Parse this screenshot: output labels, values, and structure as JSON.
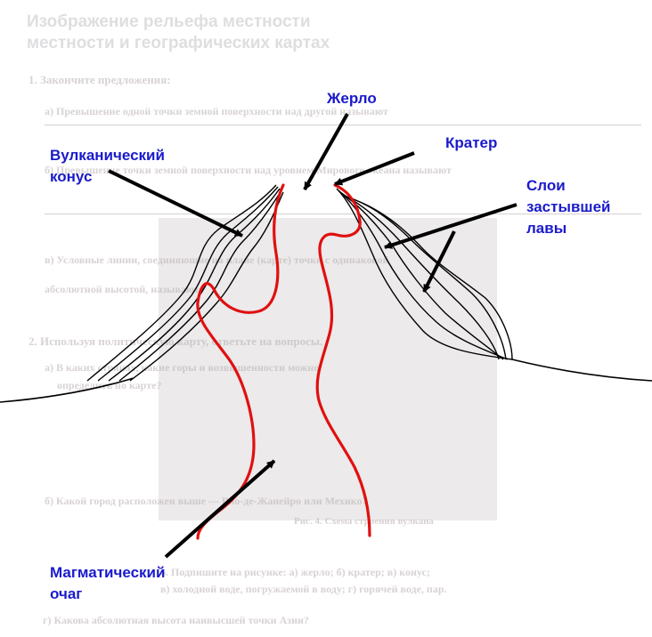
{
  "labels": {
    "zherlo": "Жерло",
    "krater": "Кратер",
    "konus_line1": "Вулканический",
    "konus_line2": "конус",
    "sloi_line1": "Слои",
    "sloi_line2": "застывшей",
    "sloi_line3": "лавы",
    "ochag_line1": "Магматический",
    "ochag_line2": "очаг"
  },
  "background_page": {
    "title_line1": "Изображение рельефа местности",
    "title_line2": "местности и географических картах",
    "item1": "1. Закончите предложения:",
    "item1a": "а) Превышение одной точки земной поверхности над другой называют",
    "item1b": "б) Превышение точки земной поверхности над уровнем Мирового океана называют",
    "item1v": "в) Условные линии, соединяющие на плане (карте) точки с одинаковой",
    "item1v2": "абсолютной высотой, называют",
    "item2": "2. Используя политическую карту, ответьте на вопросы.",
    "item2a": "а) В каких странах, какие горы и возвышенности можно",
    "item2a2": "определить по карте?",
    "item2b": "б) Какой город расположен выше — Рио-де-Жанейро или Мехико?",
    "caption": "Рис. 4. Схема строения вулкана",
    "item6": "6. Подпишите на рисунке: а) жерло; б) кратер; в) конус;",
    "item6b": "в) холодной воде, погружаемой в воду; г) горячей воде, пар.",
    "item6g": "г) Какова абсолютная высота наивысшей точки Азии?"
  },
  "colors": {
    "label_text": "#1a1acc",
    "magma": "#e01010",
    "outline": "#000000"
  }
}
